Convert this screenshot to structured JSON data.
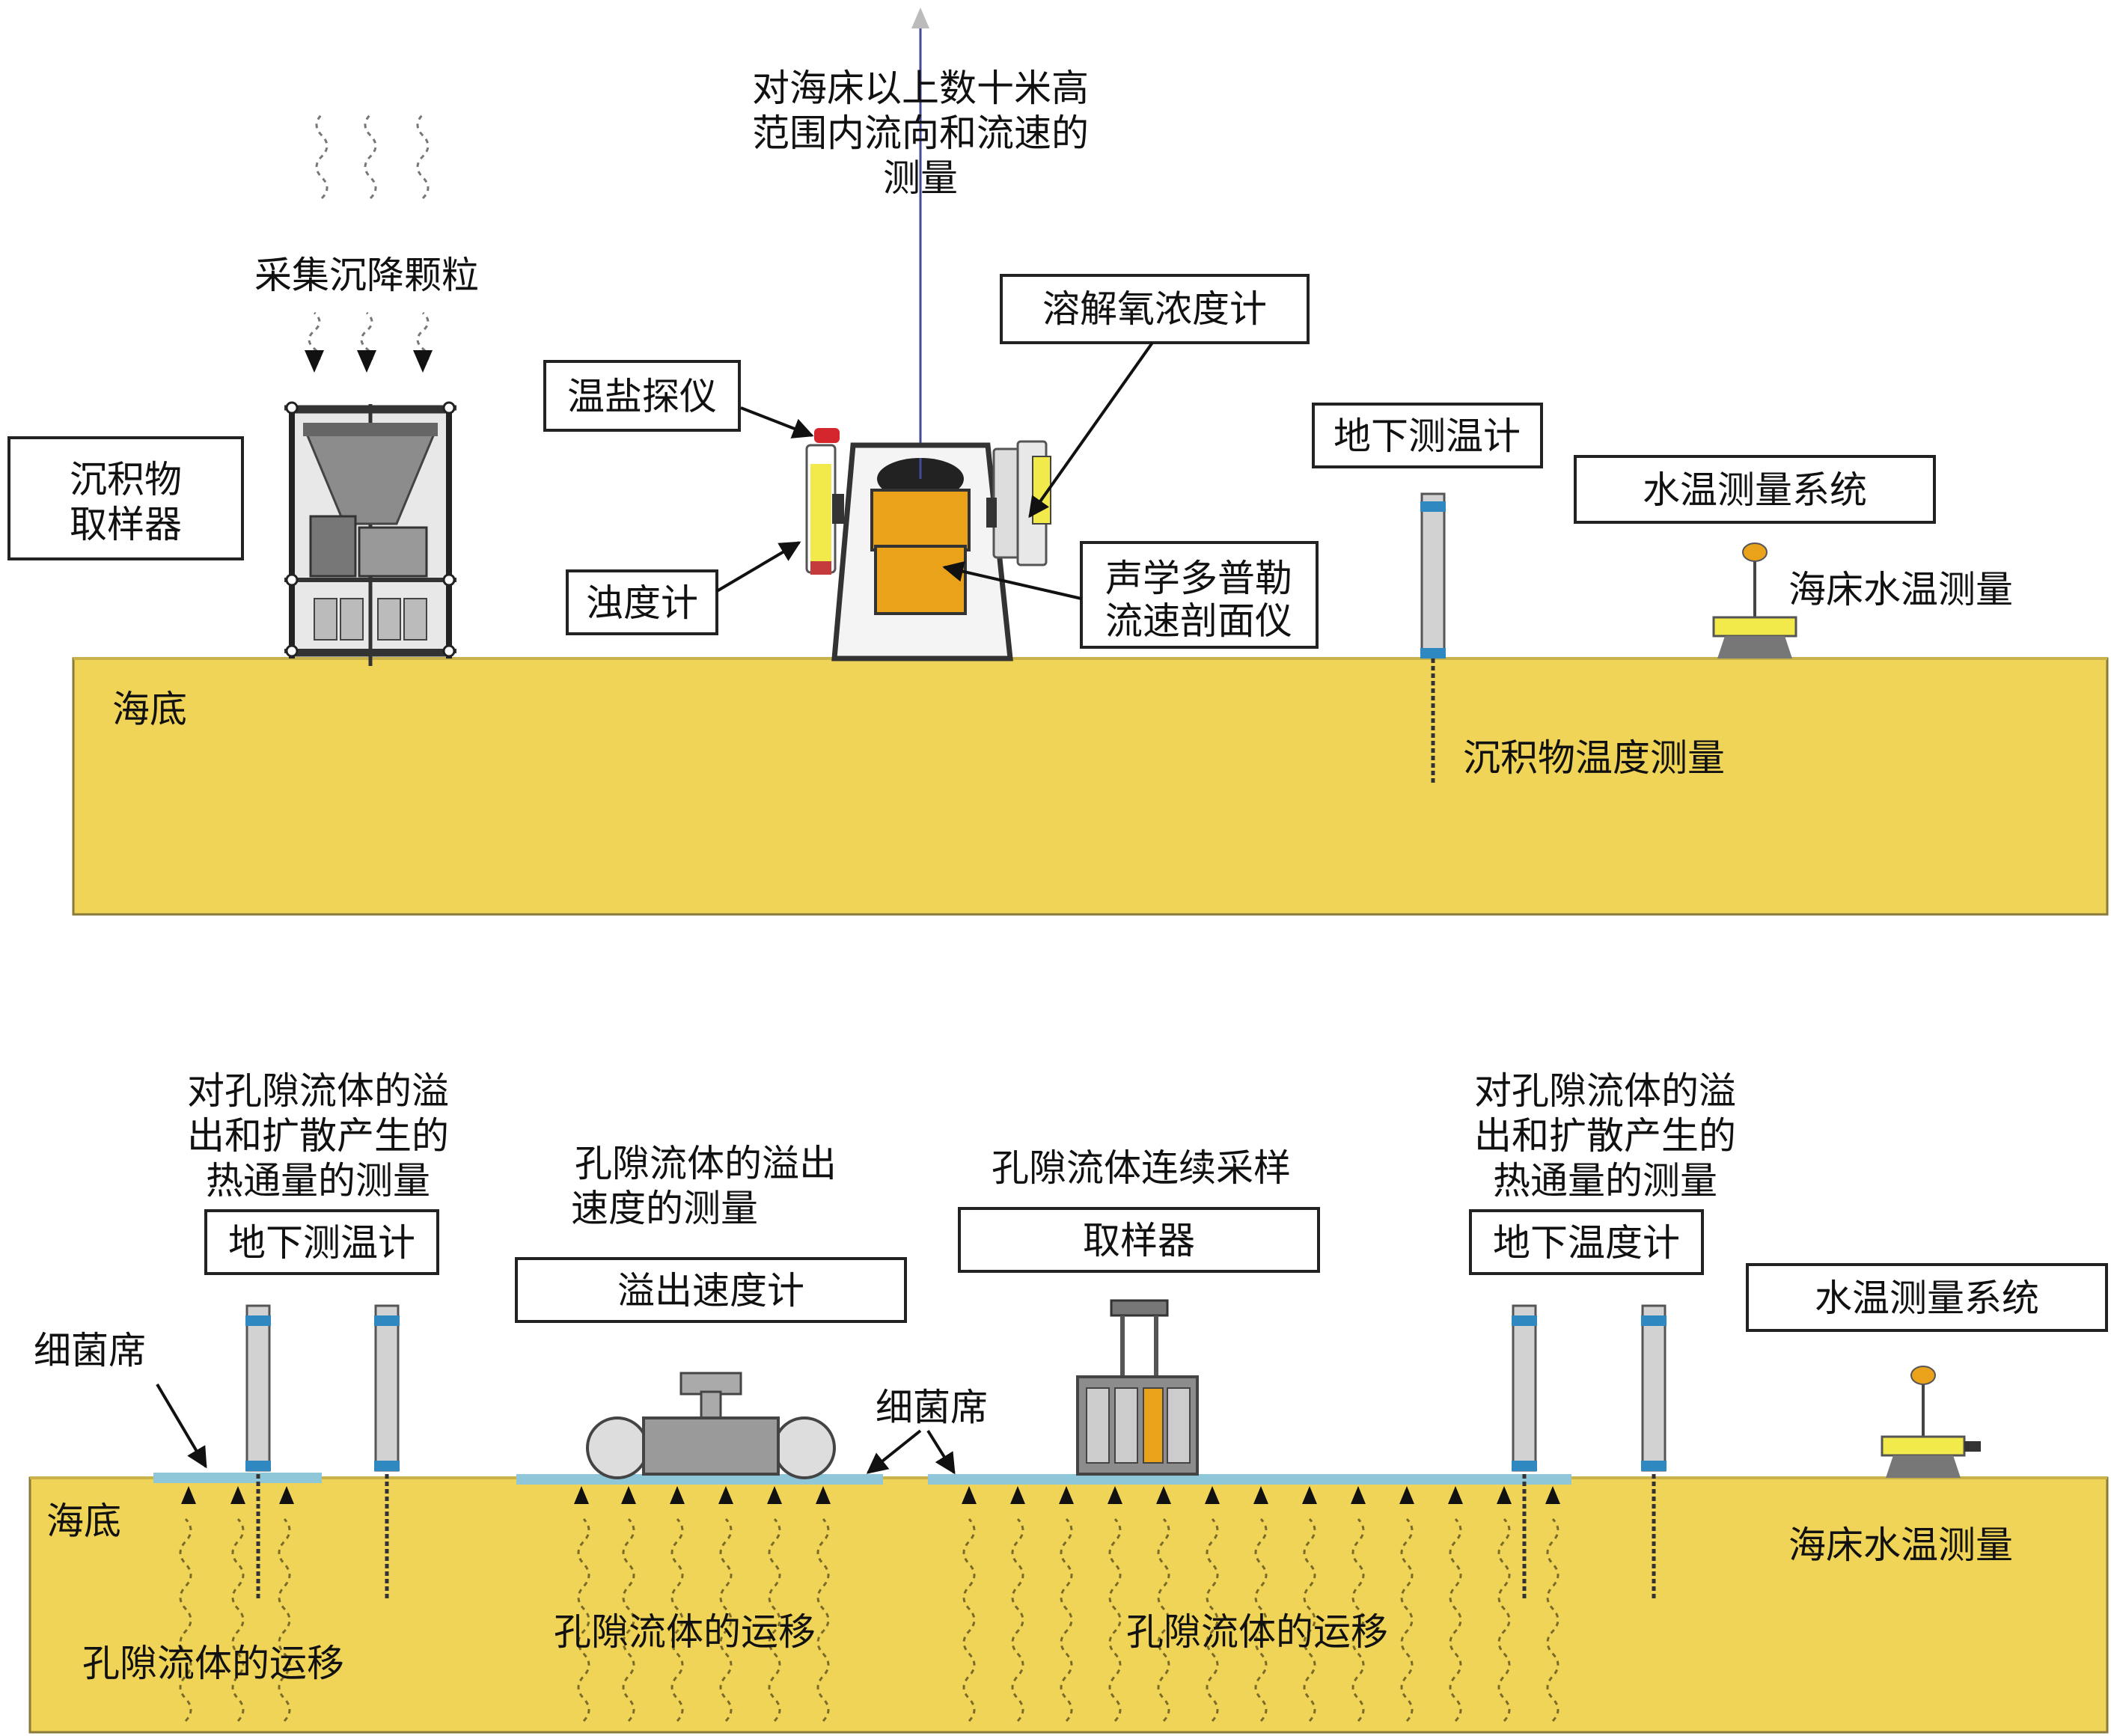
{
  "top": {
    "flow_measure": [
      "对海床以上数十米高",
      "范围内流向和流速的",
      "测量"
    ],
    "collect_particles": "采集沉降颗粒",
    "sediment_sampler": [
      "沉积物",
      "取样器"
    ],
    "ctd": "温盐探仪",
    "turbidity": "浊度计",
    "dissolved_oxygen": "溶解氧浓度计",
    "adcp": [
      "声学多普勒",
      "流速剖面仪"
    ],
    "subsurface_thermometer": "地下测温计",
    "water_temp_system": "水温测量系统",
    "seabed_water_temp": "海床水温测量",
    "seabed": "海底",
    "sediment_temp": "沉积物温度测量"
  },
  "bottom": {
    "heat_flux_left": [
      "对孔隙流体的溢",
      "出和扩散产生的",
      "热通量的测量"
    ],
    "subsurface_thermometer": "地下测温计",
    "bacterial_mat_left": "细菌席",
    "seepage_rate_caption": [
      "孔隙流体的溢出",
      "速度的测量"
    ],
    "seepage_meter": "溢出速度计",
    "bacterial_mat_mid": "细菌席",
    "continuous_sampling": "孔隙流体连续采样",
    "sampler": "取样器",
    "heat_flux_right": [
      "对孔隙流体的溢",
      "出和扩散产生的",
      "热通量的测量"
    ],
    "subsurface_thermometer_right": "地下温度计",
    "water_temp_system": "水温测量系统",
    "seabed": "海底",
    "seabed_water_temp": "海床水温测量",
    "pore_fluid_migration_1": "孔隙流体的运移",
    "pore_fluid_migration_2": "孔隙流体的运移",
    "pore_fluid_migration_3": "孔隙流体的运移"
  },
  "colors": {
    "seafloor": "#f0d458",
    "seafloor_edge": "#8a7a3a",
    "bacterial_mat": "#8fc6d8",
    "probe_blue": "#2f88c0",
    "instrument_orange": "#e9a21a",
    "instrument_yellow": "#f2e94a",
    "gray": "#9a9a9a"
  }
}
